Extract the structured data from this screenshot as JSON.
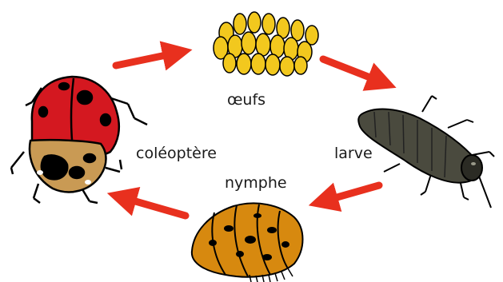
{
  "stages": {
    "eggs": "œufs",
    "larva": "larve",
    "pupa": "nymphe",
    "adult": "coléoptère"
  },
  "colors": {
    "arrow": "#e8301e",
    "egg": "#f2c81e",
    "ladybird_red": "#d41820",
    "larva_body": "#4a4a3e",
    "pupa_orange": "#d7890f",
    "outline": "#000000",
    "ladybird_belly": "#c99a54"
  }
}
